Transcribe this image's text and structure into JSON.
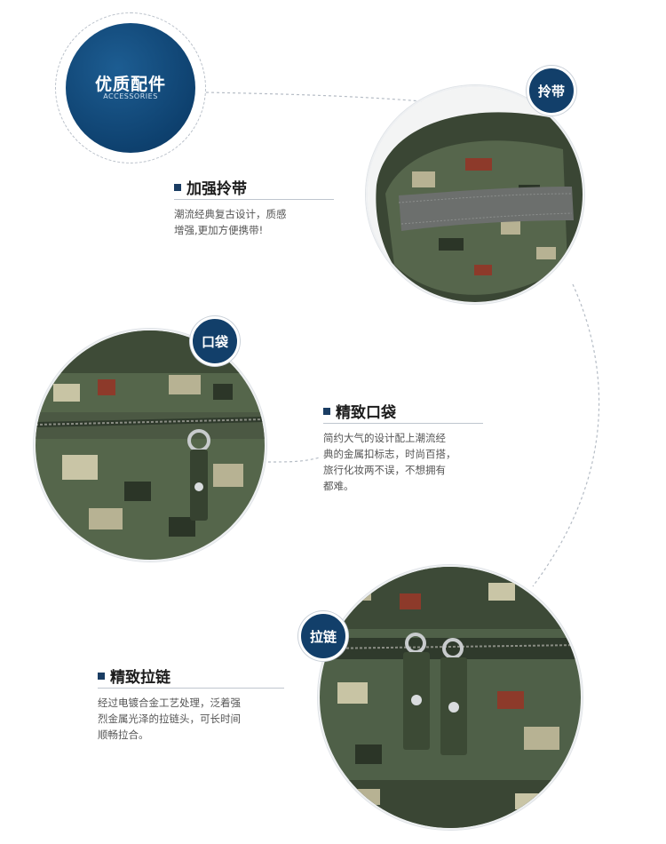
{
  "header": {
    "title": "优质配件",
    "subtitle": "ACCESSORIES"
  },
  "features": [
    {
      "tag": "拎带",
      "title": "加强拎带",
      "desc_lines": [
        "潮流经典复古设计，质感",
        "增强,更加方便携带!"
      ]
    },
    {
      "tag": "口袋",
      "title": "精致口袋",
      "desc_lines": [
        "简约大气的设计配上潮流经",
        "典的金属扣标志，时尚百搭，",
        "旅行化妆两不误，不想拥有",
        "都难。"
      ]
    },
    {
      "tag": "拉链",
      "title": "精致拉链",
      "desc_lines": [
        "经过电镀合金工艺处理，泛着强",
        "烈金属光泽的拉链头，可长时间",
        "顺畅拉合。"
      ]
    }
  ],
  "colors": {
    "navy": "#123f6a",
    "camo_dark": "#2f3a2c",
    "camo_green": "#5e6f55",
    "camo_light": "#b9b69a",
    "camo_red": "#8d3a2a"
  }
}
